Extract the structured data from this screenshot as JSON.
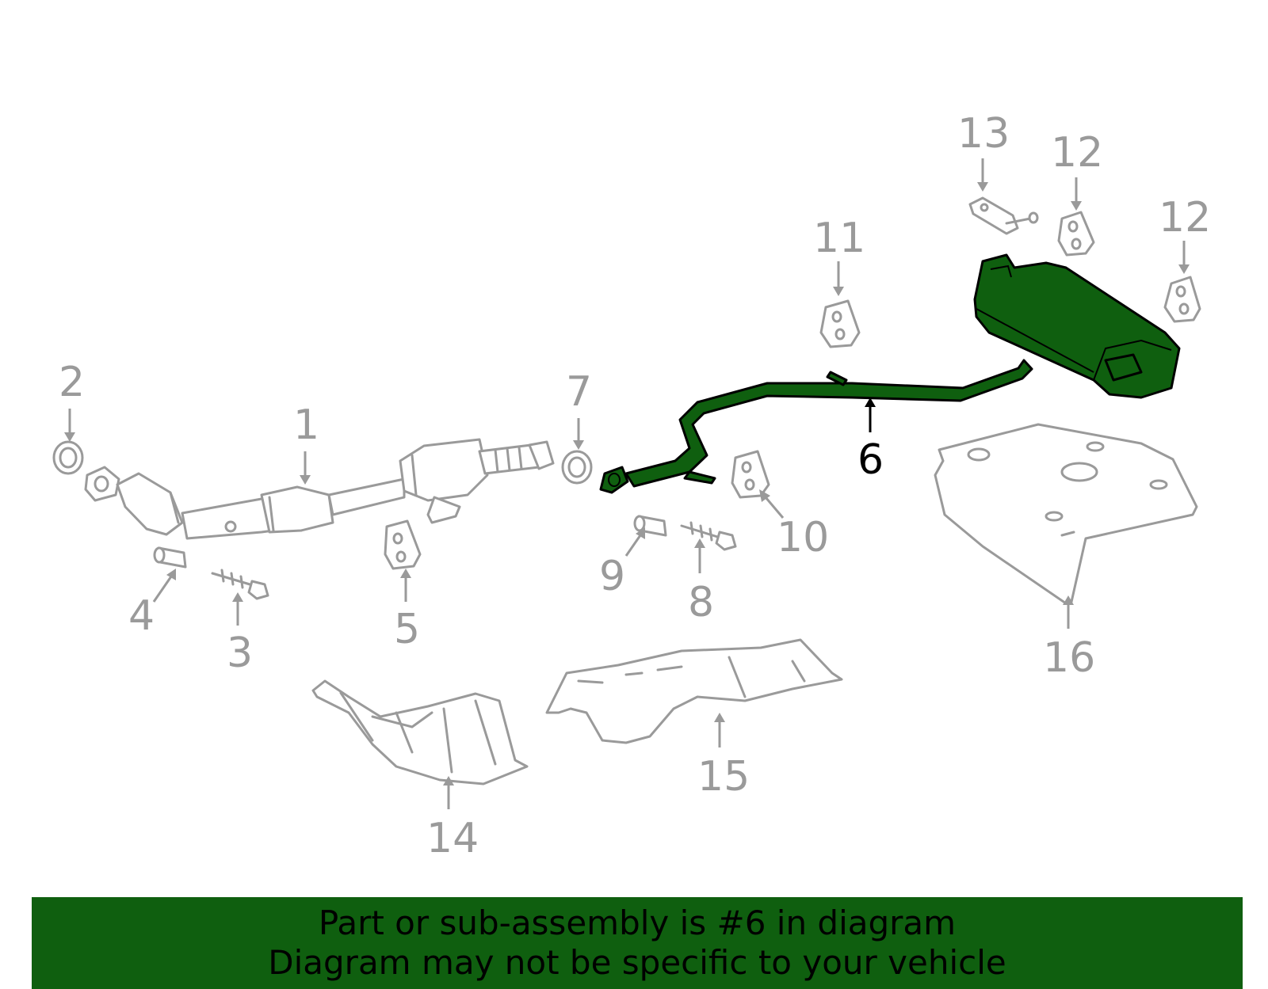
{
  "callouts": [
    {
      "id": "1",
      "label": "1"
    },
    {
      "id": "2",
      "label": "2"
    },
    {
      "id": "3",
      "label": "3"
    },
    {
      "id": "4",
      "label": "4"
    },
    {
      "id": "5",
      "label": "5"
    },
    {
      "id": "6",
      "label": "6",
      "highlighted": true
    },
    {
      "id": "7",
      "label": "7"
    },
    {
      "id": "8",
      "label": "8"
    },
    {
      "id": "9",
      "label": "9"
    },
    {
      "id": "10",
      "label": "10"
    },
    {
      "id": "11",
      "label": "11"
    },
    {
      "id": "12a",
      "label": "12"
    },
    {
      "id": "12b",
      "label": "12"
    },
    {
      "id": "13",
      "label": "13"
    },
    {
      "id": "14",
      "label": "14"
    },
    {
      "id": "15",
      "label": "15"
    },
    {
      "id": "16",
      "label": "16"
    }
  ],
  "banner": {
    "line1": "Part or sub-assembly is #6 in diagram",
    "line2": "Diagram may not be specific to your vehicle"
  },
  "colors": {
    "highlight": "#0f5f0f",
    "parts": "#9a9a9a",
    "banner_bg": "#0f5f0f"
  }
}
